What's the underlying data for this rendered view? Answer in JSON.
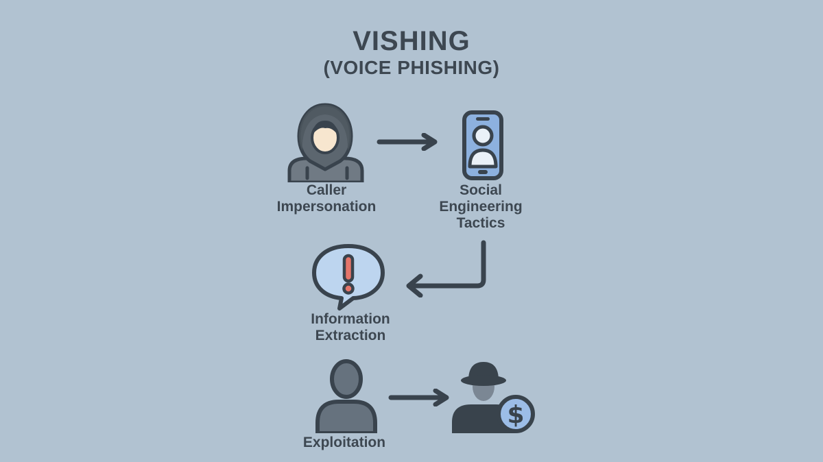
{
  "title": "VISHING",
  "subtitle": "(VOICE PHISHING)",
  "steps": [
    {
      "label": "Caller\nImpersonation",
      "icon": "hooded-impersonator-icon"
    },
    {
      "label": "Social\nEngineering\nTactics",
      "icon": "phone-video-call-icon"
    },
    {
      "label": "Information\nExtraction",
      "icon": "warning-speech-bubble-icon"
    },
    {
      "label": "Exploitation",
      "icon": "victim-person-icon",
      "result_icon": "thief-with-money-icon"
    }
  ],
  "connectors": [
    "arrow-right-caller-to-phone",
    "arrow-down-left-phone-to-extraction",
    "arrow-right-victim-to-thief"
  ],
  "coin_symbol": "$",
  "colors": {
    "background": "#b1c2d1",
    "outline": "#39434d",
    "text": "#3d4751",
    "hood_gray": "#5c666f",
    "body_gray": "#707a84",
    "skin": "#f7e6cf",
    "screen_blue": "#8db1df",
    "screen_person": "#eaf1f8",
    "bubble_blue": "#bdd5ef",
    "alert_red": "#e5756b",
    "person_gray": "#66727e",
    "thief_dark": "#39434c",
    "thief_face": "#7b8794",
    "coin_blue": "#9cbde7"
  }
}
